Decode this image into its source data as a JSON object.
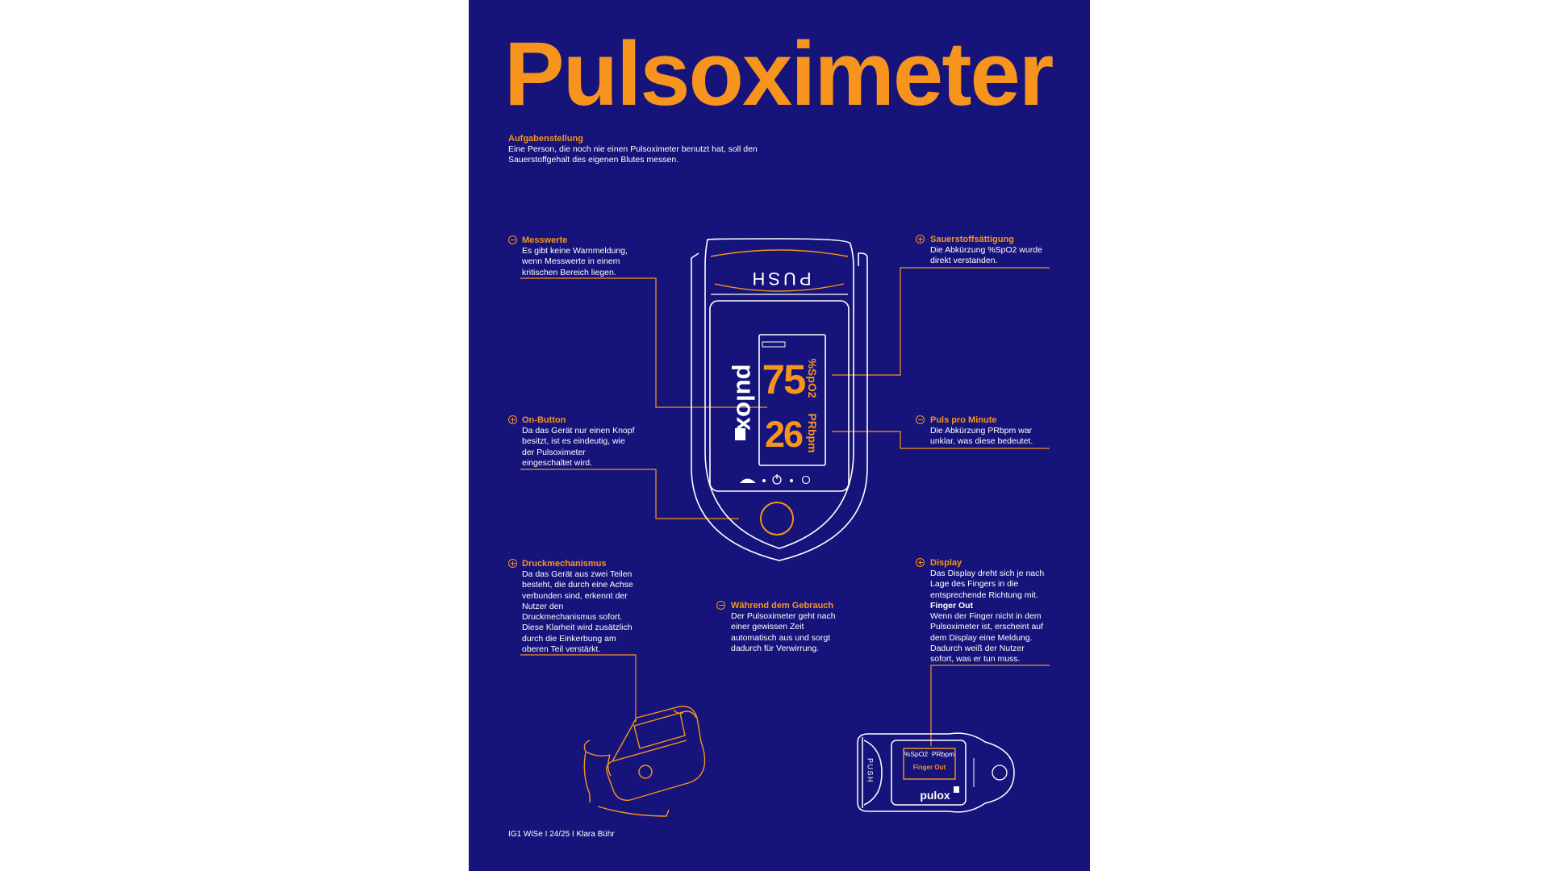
{
  "title": "Pulsoximeter",
  "task": {
    "heading": "Aufgabenstellung",
    "text": "Eine Person, die noch nie einen Pulsoximeter benutzt hat, soll den Sauerstoffgehalt des eigenen Blutes messen."
  },
  "annotations": {
    "messwerte": {
      "sign": "minus",
      "heading": "Messwerte",
      "text": "Es gibt keine Warnmeldung,\nwenn Messwerte in einem\nkritischen Bereich liegen."
    },
    "sauerstoff": {
      "sign": "plus",
      "heading": "Sauerstoffsättigung",
      "text": "Die Abkürzung %SpO2 wurde\ndirekt verstanden."
    },
    "onbutton": {
      "sign": "plus",
      "heading": "On-Button",
      "text": "Da das Gerät nur einen Knopf\nbesitzt, ist es eindeutig, wie\nder Pulsoximeter\neingeschaltet wird."
    },
    "puls": {
      "sign": "minus",
      "heading": "Puls pro Minute",
      "text": "Die Abkürzung PRbpm war\nunklar, was diese bedeutet."
    },
    "druck": {
      "sign": "plus",
      "heading": "Druckmechanismus",
      "text": "Da das Gerät aus zwei Teilen\nbesteht, die durch eine Achse\nverbunden sind, erkennt der\nNutzer den\nDruckmechanismus sofort.\nDiese Klarheit wird zusätzlich\ndurch die Einkerbung am\noberen Teil verstärkt."
    },
    "gebrauch": {
      "sign": "minus",
      "heading": "Während dem Gebrauch",
      "text": "Der Pulsoximeter geht nach\neiner gewissen Zeit\nautomatisch aus und sorgt\ndadurch für Verwirrung."
    },
    "display": {
      "sign": "plus",
      "heading": "Display",
      "text": "Das Display dreht sich je nach\nLage des Fingers in die\nentsprechende Richtung mit.",
      "subheading": "Finger Out",
      "subtext": "Wenn der Finger nicht in dem\nPulsoximeter ist, erscheint auf\ndem Display eine Meldung.\nDadurch weiß der Nutzer\nsofort, was er tun muss."
    }
  },
  "device": {
    "push_label": "PUSH",
    "brand": "pulox",
    "spo2_value": "75",
    "spo2_unit": "%SpO2",
    "pulse_value": "26",
    "pulse_unit": "PRbpm"
  },
  "small_device": {
    "push_label": "PUSH",
    "brand": "pulox",
    "display_units": "%SpO2  PRbpm",
    "message": "Finger Out"
  },
  "footer": "IG1 WiSe I 24/25 I Klara Bühr",
  "colors": {
    "background": "#16147a",
    "accent": "#f7941d",
    "line": "#ffffff"
  }
}
